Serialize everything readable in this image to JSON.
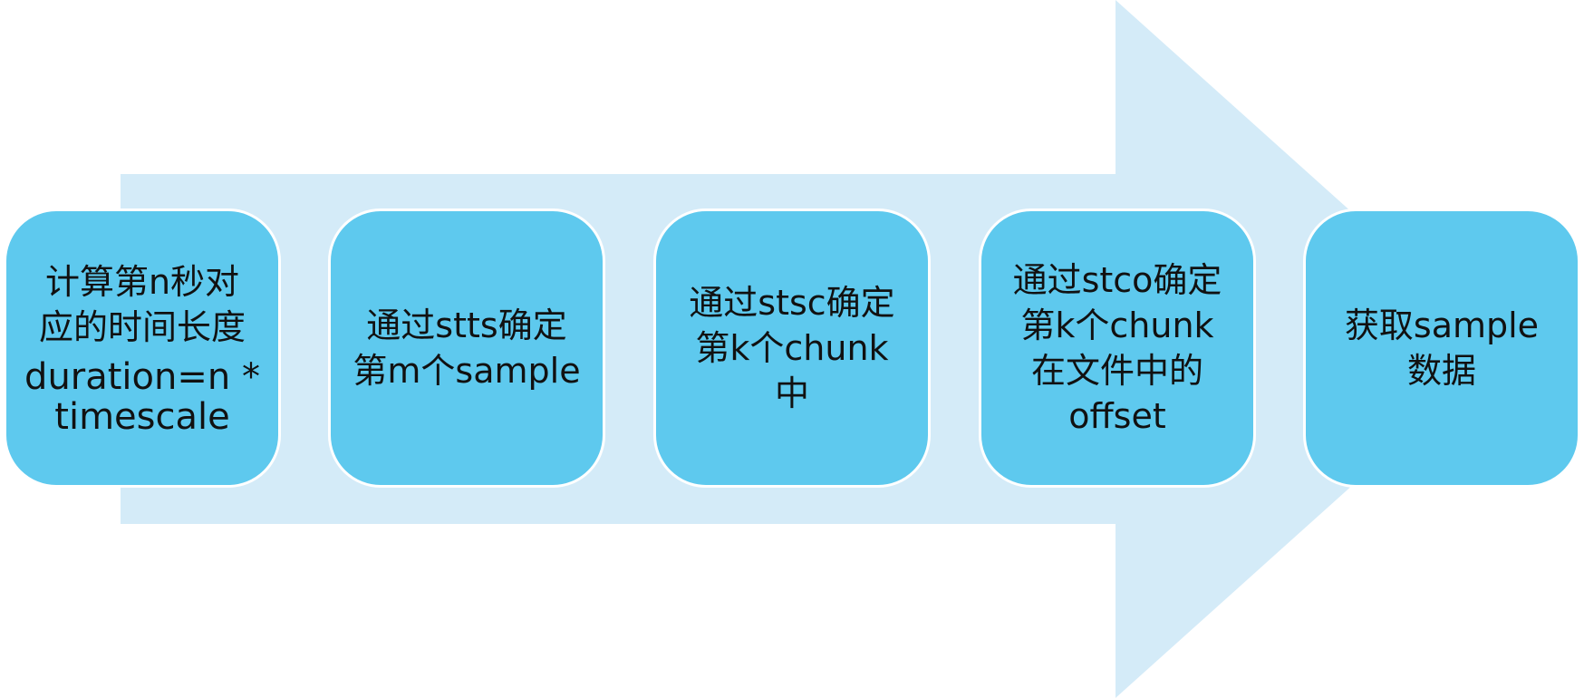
{
  "colors": {
    "arrow_fill": "#d4ebf8",
    "step_fill": "#5ec9ee",
    "step_border": "#ffffff",
    "text": "#111111"
  },
  "steps": [
    {
      "lines": [
        "计算第n秒对",
        "应的时间长度",
        "duration=n *",
        "timescale"
      ]
    },
    {
      "lines": [
        "通过stts确定",
        "第m个sample"
      ]
    },
    {
      "lines": [
        "通过stsc确定",
        "第k个chunk",
        "中"
      ]
    },
    {
      "lines": [
        "通过stco确定",
        "第k个chunk",
        "在文件中的",
        "offset"
      ]
    },
    {
      "lines": [
        "获取sample",
        "数据"
      ]
    }
  ]
}
